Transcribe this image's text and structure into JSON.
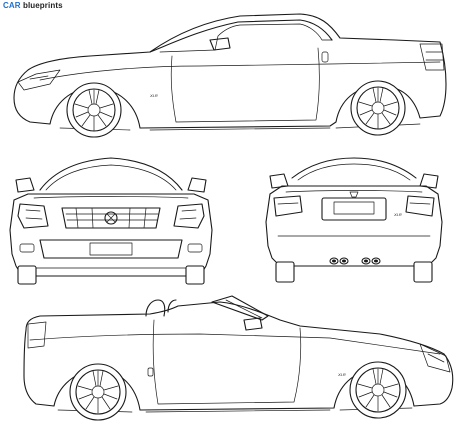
{
  "watermark": {
    "brand": "CAR",
    "rest": " blueprints"
  },
  "badge_text": "XLR"
}
